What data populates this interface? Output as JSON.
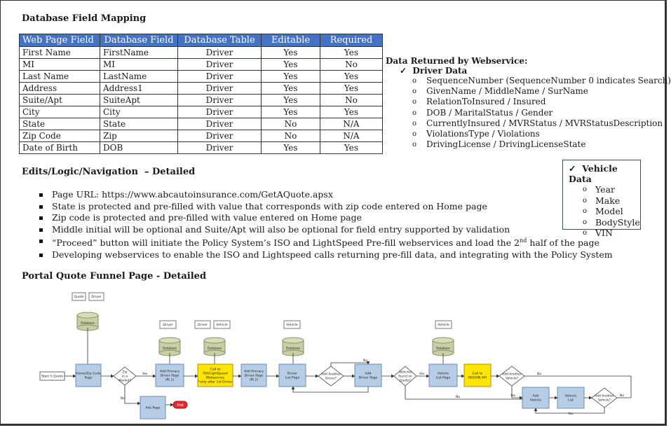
{
  "title_mapping": "Database Field Mapping",
  "table": {
    "headers": [
      "Web Page Field",
      "Database Field",
      "Database Table",
      "Editable",
      "Required"
    ],
    "rows": [
      [
        "First Name",
        "FirstName",
        "Driver",
        "Yes",
        "Yes"
      ],
      [
        "MI",
        "MI",
        "Driver",
        "Yes",
        "No"
      ],
      [
        "Last Name",
        "LastName",
        "Driver",
        "Yes",
        "Yes"
      ],
      [
        "Address",
        "Address1",
        "Driver",
        "Yes",
        "Yes"
      ],
      [
        "Suite/Apt",
        "SuiteApt",
        "Driver",
        "Yes",
        "No"
      ],
      [
        "City",
        "City",
        "Driver",
        "Yes",
        "Yes"
      ],
      [
        "State",
        "State",
        "Driver",
        "No",
        "N/A"
      ],
      [
        "Zip Code",
        "Zip",
        "Driver",
        "No",
        "N/A"
      ],
      [
        "Date of Birth",
        "DOB",
        "Driver",
        "Yes",
        "Yes"
      ]
    ]
  },
  "webservice": {
    "title": "Data Returned  by Webservice:",
    "driver_label": "Driver Data",
    "driver_items": [
      "SequenceNumber (SequenceNumber 0 indicates Search)",
      "GivenName / MiddleName / SurName",
      "RelationToInsured / Insured",
      "DOB / MaritalStatus / Gender",
      "CurrentlyInsured / MVRStatus / MVRStatusDescription",
      "ViolationsType  / Violations",
      "DrivingLicense / DrivingLicenseState"
    ],
    "vehicle_label": "Vehicle Data",
    "vehicle_items": [
      "Year",
      "Make",
      "Model",
      "BodyStyle",
      "VIN"
    ]
  },
  "edits": {
    "title": "Edits/Logic/Navigation",
    "title_suffix": "– Detailed",
    "b1": "Page URL: https://www.abcautoinsurance.com/GetAQuote.apsx",
    "b2": "State is protected and pre-filled with value that corresponds with zip code  entered on Home page",
    "b3": "Zip code is protected and pre-filled with value entered on Home page",
    "b4": "Middle initial will be optional and Suite/Apt will also be optional for field entry supported by validation",
    "b5a": "“Proceed” button will initiate the Policy System’s ISO and LightSpeed Pre-fill webservices and load the 2",
    "b5sup": "nd",
    "b5b": " half of the page",
    "b6": "Developing webservices to enable the ISO and Lightspeed calls returning pre-fill data, and integrating with the Policy System"
  },
  "funnel": {
    "title": "Portal Quote Funnel  Page - Detailed",
    "tag_quote": "Quote",
    "tag_driver": "Driver",
    "tag_vehicle": "Vehicle",
    "database": "Database",
    "start": "Start A Quote",
    "home": [
      "Home/Zip Code",
      "Page"
    ],
    "zip": [
      "Zip",
      "in a",
      "Market?"
    ],
    "add_primary_1": [
      "Add Primary",
      "Driver Page",
      "(Pt 1)"
    ],
    "call_iso": [
      "Call to",
      "ISO/LightSpeed",
      "Webservice",
      "*only after 1st Driver"
    ],
    "add_primary_2": [
      "Add Primary",
      "Driver Page",
      "(Pt 2)"
    ],
    "driver_list": [
      "Driver",
      "List Page"
    ],
    "add_another_driver": [
      "Add Another",
      "Driver?"
    ],
    "add_driver": [
      "Add",
      "Driver Page"
    ],
    "vehicles_found": [
      "Vehicles",
      "found on",
      "Quote?"
    ],
    "vehicle_list_page": [
      "Vehicle",
      "List Page"
    ],
    "call_vin": [
      "Call to",
      "ISO/VIN API"
    ],
    "add_another_vehicle_1": [
      "Add Another",
      "Vehicle?"
    ],
    "add_vehicle": [
      "Add",
      "Vehicle"
    ],
    "vehicle_list": [
      "Vehicle",
      "List"
    ],
    "add_another_vehicle_2": [
      "Add Another",
      "Vehicle?"
    ],
    "ads": "Ads Page",
    "end": "End",
    "yes": "Yes",
    "no": "No"
  },
  "colors": {
    "header_blue": "#4472c4",
    "process_blue": "#b7cde6",
    "db_green": "#c8cfa4",
    "call_yellow": "#ffe500",
    "end_red": "#e8292e"
  }
}
